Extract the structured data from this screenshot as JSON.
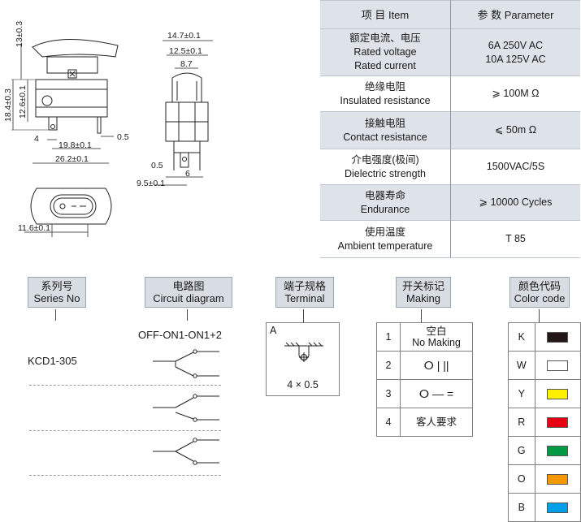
{
  "spec_table": {
    "header": {
      "item": "项 目   Item",
      "param": "参 数   Parameter"
    },
    "rows": [
      {
        "item_lines": [
          "额定电流、电压",
          "Rated voltage",
          "Rated current"
        ],
        "param_lines": [
          "6A  250V AC",
          "10A 125V AC"
        ]
      },
      {
        "item_lines": [
          "绝缘电阻",
          "Insulated resistance"
        ],
        "param_lines": [
          "⩾ 100M Ω"
        ]
      },
      {
        "item_lines": [
          "接触电阻",
          "Contact resistance"
        ],
        "param_lines": [
          "⩽ 50m Ω"
        ]
      },
      {
        "item_lines": [
          "介电强度(极间)",
          "Dielectric strength"
        ],
        "param_lines": [
          "1500VAC/5S"
        ]
      },
      {
        "item_lines": [
          "电器寿命",
          "Endurance"
        ],
        "param_lines": [
          "⩾ 10000 Cycles"
        ]
      },
      {
        "item_lines": [
          "使用温度",
          "Ambient temperature"
        ],
        "param_lines": [
          "T 85"
        ]
      }
    ]
  },
  "drawing": {
    "side_dims": [
      "13±0.3",
      "18.4±0.3",
      "12.6±0.1",
      "4",
      "0.5",
      "19.8±0.1",
      "26.2±0.1"
    ],
    "front_dims": [
      "14.7±0.1",
      "12.5±0.1",
      "8.7",
      "0.5",
      "6",
      "9.5±0.1"
    ],
    "bottom_dims": [
      "11.6±0.1"
    ]
  },
  "sections": {
    "series": {
      "cn": "系列号",
      "en": "Series No",
      "value": "KCD1-305"
    },
    "circuit": {
      "cn": "电路图",
      "en": "Circuit diagram",
      "value": "OFF-ON1-ON1+2"
    },
    "terminal": {
      "cn": "端子规格",
      "en": "Terminal",
      "letter": "A",
      "size": "4 × 0.5"
    },
    "making": {
      "cn": "开关标记",
      "en": "Making",
      "rows": [
        {
          "num": "1",
          "text_cn": "空白",
          "text_en": "No Making"
        },
        {
          "num": "2",
          "symbol": "ⵔ  |  ||"
        },
        {
          "num": "3",
          "symbol": "ⵔ  —  ="
        },
        {
          "num": "4",
          "text_cn": "客人要求"
        }
      ]
    },
    "color": {
      "cn": "颜色代码",
      "en": "Color code",
      "rows": [
        {
          "letter": "K",
          "color": "#231815"
        },
        {
          "letter": "W",
          "color": "#ffffff"
        },
        {
          "letter": "Y",
          "color": "#fff100"
        },
        {
          "letter": "R",
          "color": "#e60012"
        },
        {
          "letter": "G",
          "color": "#009944"
        },
        {
          "letter": "O",
          "color": "#f39800"
        },
        {
          "letter": "B",
          "color": "#00a0e9"
        }
      ]
    }
  }
}
